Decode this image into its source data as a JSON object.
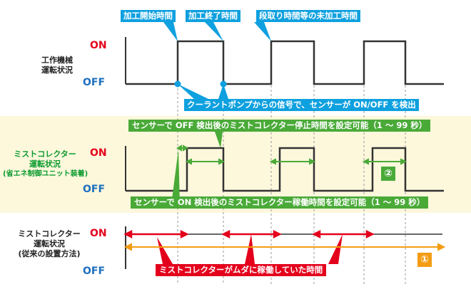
{
  "callouts": {
    "start": "加工開始時間",
    "end": "加工終了時間",
    "idle": "段取り時間等の未加工時間",
    "sensor": "クーラントポンプからの信号で、センサーが ON/OFF を検出"
  },
  "rows": {
    "machine": {
      "label_lines": [
        "工作機械",
        "運転状況"
      ],
      "on": "ON",
      "off": "OFF"
    },
    "saver": {
      "label_lines": [
        "ミストコレクター",
        "運転状況",
        "(省エネ制御ユニット装着)"
      ],
      "on": "ON",
      "off": "OFF"
    },
    "conventional": {
      "label_lines": [
        "ミストコレクター",
        "運転状況",
        "(従来の設置方法)"
      ],
      "on": "ON",
      "off": "OFF"
    }
  },
  "annotations": {
    "off_setting": "センサーで OFF 検出後のミストコレクター停止時間を設定可能（1 ～ 99 秒）",
    "on_setting": "センサーで ON 検出後のミストコレクター稼働時間を設定可能（1 ～ 99 秒）",
    "waste": "ミストコレクターがムダに稼働していた時間",
    "badge1": "①",
    "badge2": "②"
  },
  "colors": {
    "callout_blue": "#0ea0df",
    "green": "#4aaa38",
    "red": "#e4001c",
    "orange": "#f39c12",
    "band": "#fdf8dc",
    "signal": "#333333"
  }
}
